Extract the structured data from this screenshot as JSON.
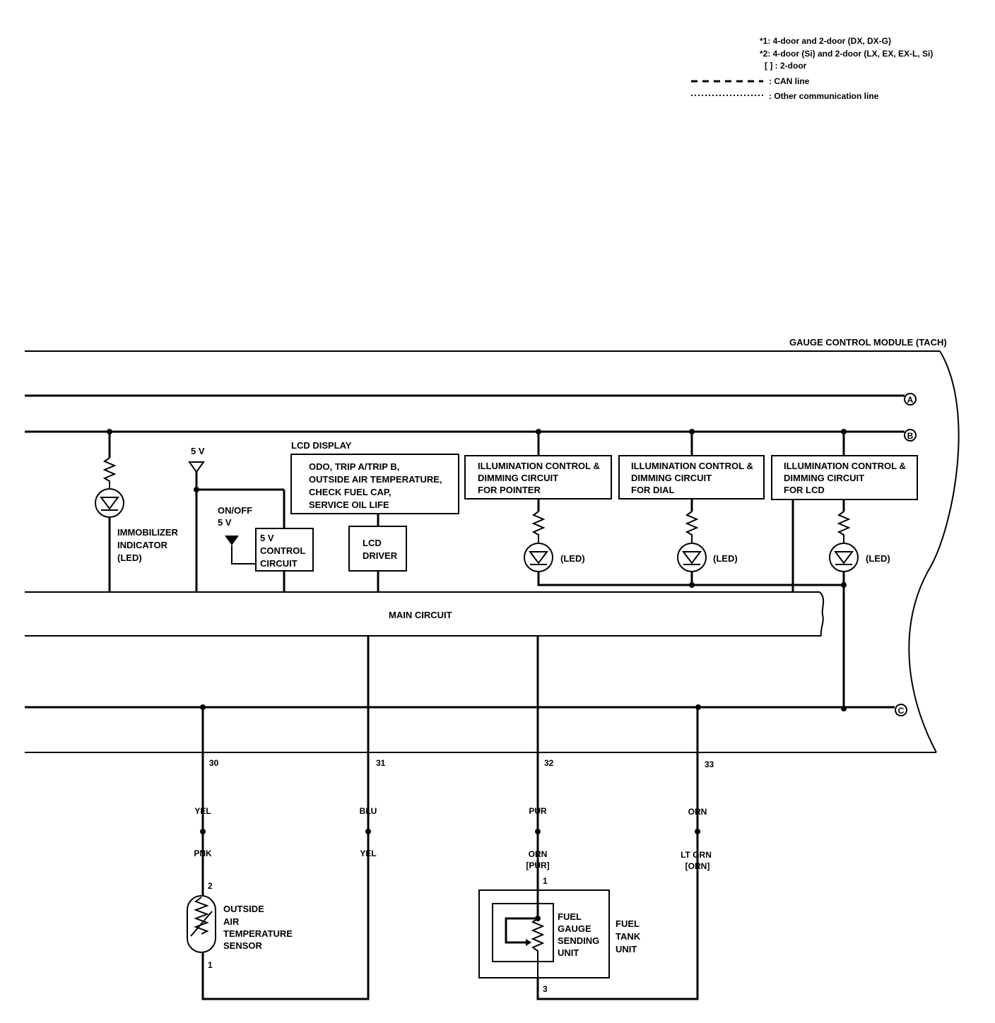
{
  "legend": {
    "note1": "*1: 4-door and 2-door (DX, DX-G)",
    "note2": "*2: 4-door (Si) and 2-door (LX, EX, EX-L, Si)",
    "bracket": "[   ] : 2-door",
    "can": ": CAN line",
    "other": ": Other communication line"
  },
  "module": {
    "title": "GAUGE CONTROL MODULE (TACH)",
    "main": "MAIN CIRCUIT",
    "bus_a": "A",
    "bus_b": "B",
    "bus_c": "C"
  },
  "immobilizer": {
    "l1": "IMMOBILIZER",
    "l2": "INDICATOR",
    "l3": "(LED)"
  },
  "supply": {
    "v5": "5 V",
    "onoff": "ON/OFF",
    "onoff_v": "5 V"
  },
  "control5v": {
    "l1": "5 V",
    "l2": "CONTROL",
    "l3": "CIRCUIT"
  },
  "lcd": {
    "title": "LCD DISPLAY",
    "l1": "ODO, TRIP A/TRIP B,",
    "l2": "OUTSIDE AIR TEMPERATURE,",
    "l3": "CHECK FUEL CAP,",
    "l4": "SERVICE OIL LIFE",
    "driver1": "LCD",
    "driver2": "DRIVER"
  },
  "illum": [
    {
      "l1": "ILLUMINATION CONTROL &",
      "l2": "DIMMING CIRCUIT",
      "l3": "FOR POINTER",
      "led": "(LED)"
    },
    {
      "l1": "ILLUMINATION CONTROL &",
      "l2": "DIMMING CIRCUIT",
      "l3": "FOR DIAL",
      "led": "(LED)"
    },
    {
      "l1": "ILLUMINATION CONTROL &",
      "l2": "DIMMING CIRCUIT",
      "l3": "FOR LCD",
      "led": "(LED)"
    }
  ],
  "pins": {
    "p30": "30",
    "p31": "31",
    "p32": "32",
    "p33": "33",
    "oat2": "2",
    "oat1": "1",
    "fuel1": "1",
    "fuel3": "3"
  },
  "wires": {
    "w30a": "YEL",
    "w30b": "PNK",
    "w31a": "BLU",
    "w31b": "YEL",
    "w32a": "PUR",
    "w32b": "ORN",
    "w32c": "[PUR]",
    "w33a": "ORN",
    "w33b": "LT GRN",
    "w33c": "[ORN]"
  },
  "oat": {
    "l1": "OUTSIDE",
    "l2": "AIR",
    "l3": "TEMPERATURE",
    "l4": "SENSOR"
  },
  "fuel_sender": {
    "l1": "FUEL",
    "l2": "GAUGE",
    "l3": "SENDING",
    "l4": "UNIT"
  },
  "fuel_tank": {
    "l1": "FUEL",
    "l2": "TANK",
    "l3": "UNIT"
  }
}
